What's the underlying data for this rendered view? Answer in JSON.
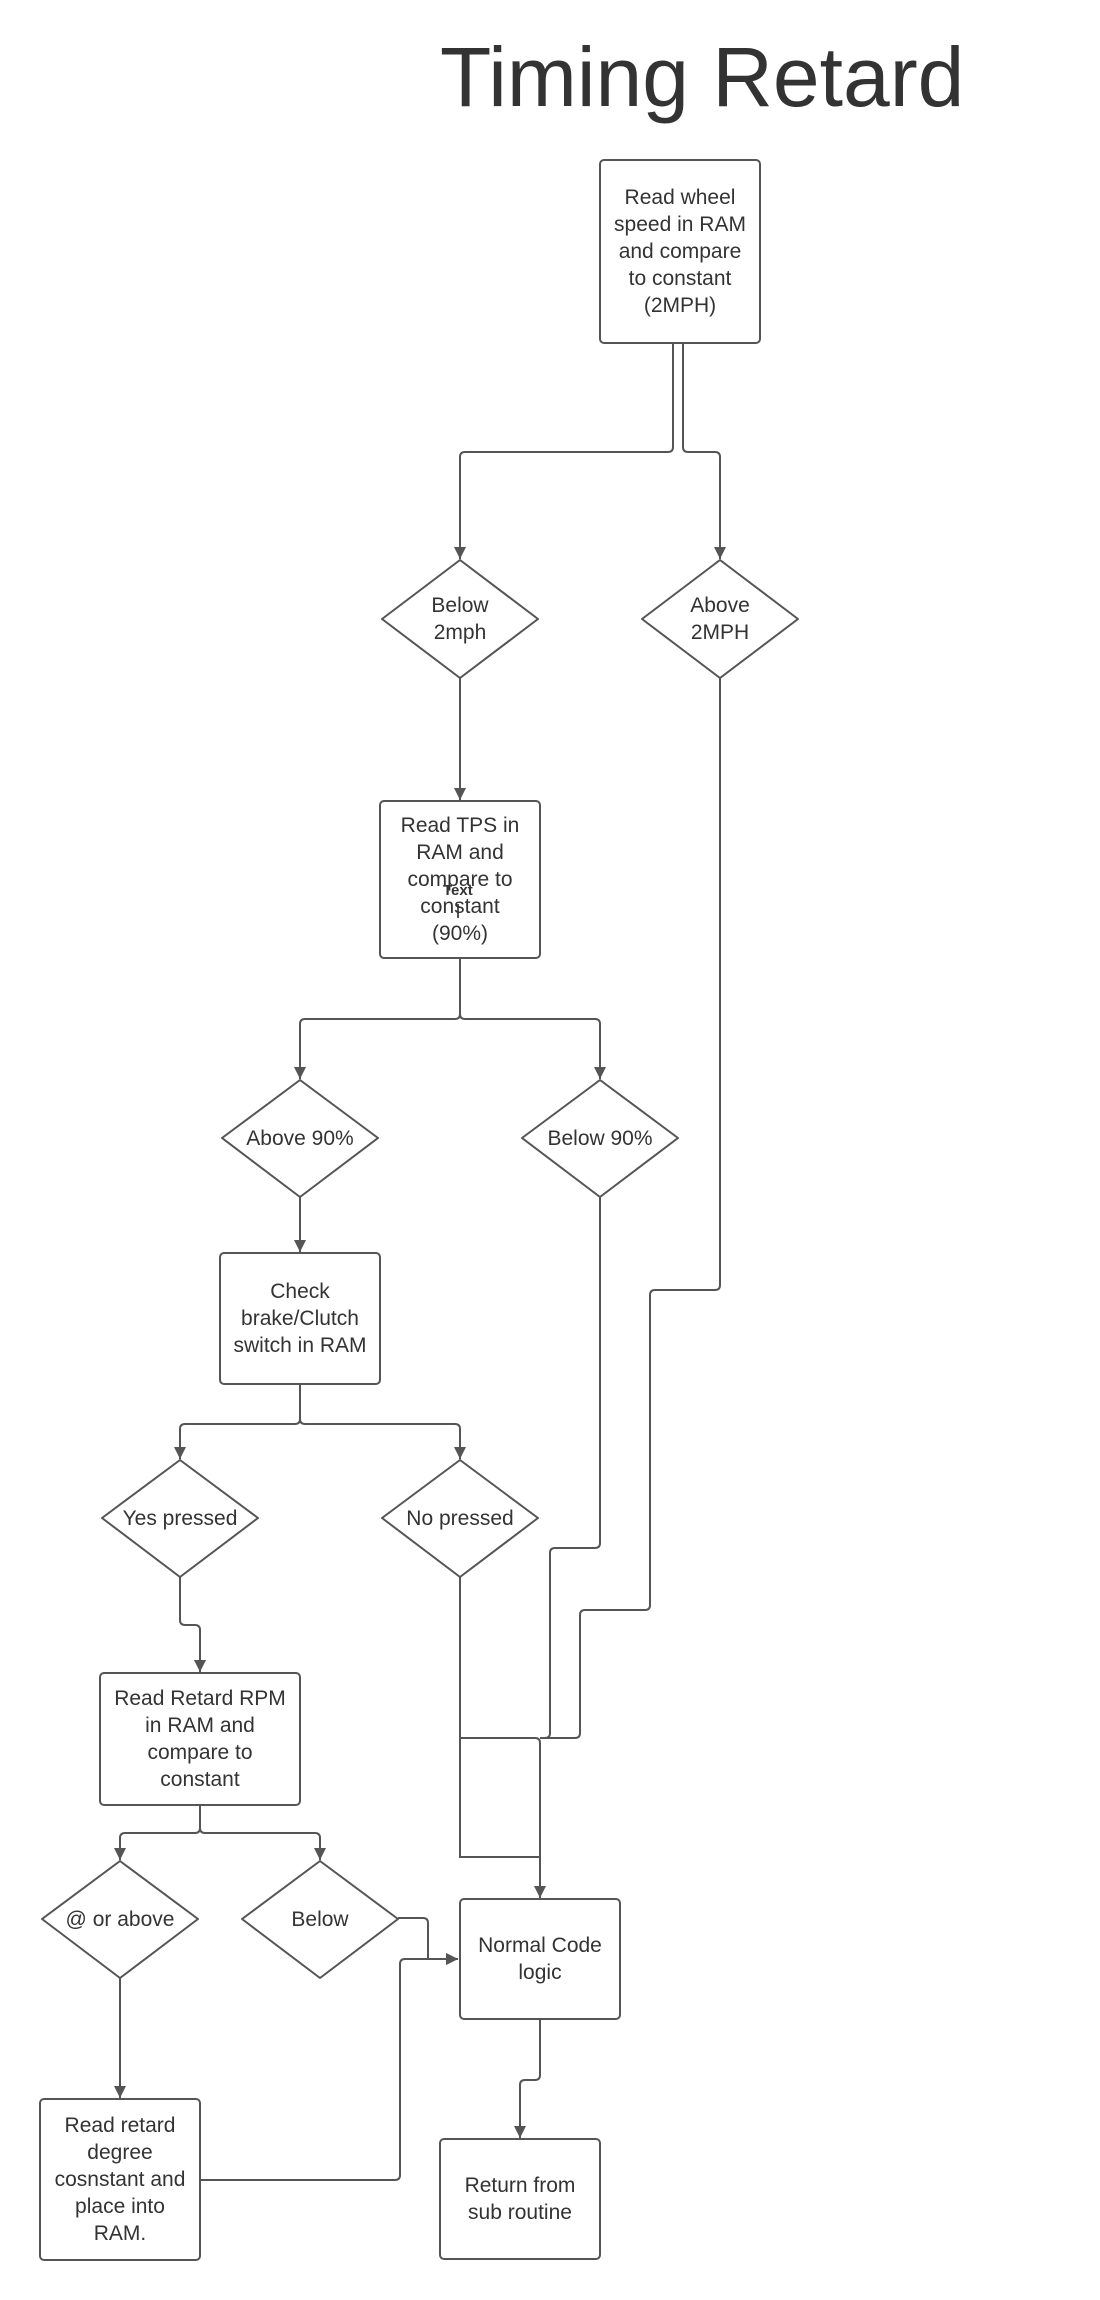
{
  "title": "Timing Retard",
  "stray_label": "Text",
  "nodes": {
    "read_wheel_speed": "Read wheel speed in RAM and compare to constant (2MPH)",
    "below_2mph": "Below 2mph",
    "above_2mph": "Above 2MPH",
    "read_tps": "Read TPS in RAM and compare to constant (90%)",
    "above_90": "Above 90%",
    "below_90": "Below 90%",
    "check_brake": "Check brake/Clutch switch in RAM",
    "yes_pressed": "Yes pressed",
    "no_pressed": "No pressed",
    "read_retard_rpm": "Read Retard RPM in RAM and compare to constant",
    "at_or_above": "@ or above",
    "below": "Below",
    "normal_code": "Normal Code logic",
    "read_retard_degree": "Read retard degree cosnstant and place into RAM.",
    "return_sub": "Return from sub routine"
  },
  "colors": {
    "stroke": "#555555",
    "text": "#333333",
    "background": "#ffffff"
  }
}
